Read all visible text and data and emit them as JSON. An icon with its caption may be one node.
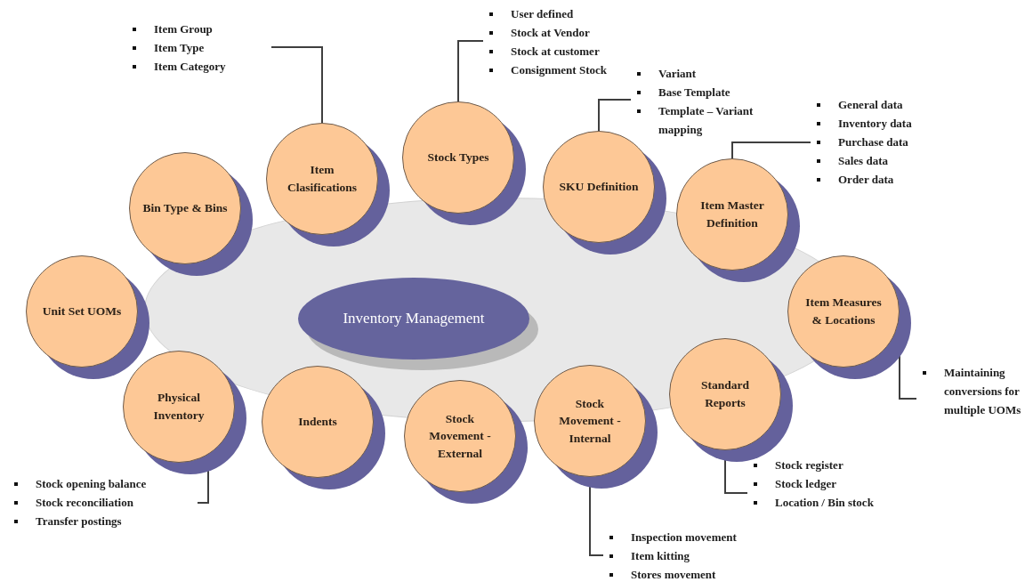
{
  "diagram": {
    "nodes": [
      {
        "text": [
          "Inventory Management"
        ]
      },
      {
        "text": [
          "Unit Set UOMs"
        ]
      },
      {
        "text": [
          "Bin Type & Bins"
        ]
      },
      {
        "text": [
          "Item Clasifications"
        ]
      },
      {
        "text": [
          "Stock Types"
        ]
      },
      {
        "text": [
          "SKU Definition"
        ]
      },
      {
        "text": [
          "Item Master Definition"
        ]
      },
      {
        "text": [
          "Item Measures & Locations"
        ]
      },
      {
        "text": [
          "Standard Reports"
        ]
      },
      {
        "text": [
          "Stock Movement - Internal"
        ]
      },
      {
        "text": [
          "Stock Movement - External"
        ]
      },
      {
        "text": [
          "Indents"
        ]
      },
      {
        "text": [
          "Physical Inventory"
        ]
      },
      {
        "text": [
          "Item Group",
          "Item Type",
          "Item Category"
        ]
      },
      {
        "text": [
          "User defined",
          "Stock at Vendor",
          "Stock at customer",
          "Consignment Stock"
        ]
      },
      {
        "text": [
          "Variant",
          "Base Template",
          "Template – Variant mapping"
        ]
      },
      {
        "text": [
          "General data",
          "Inventory data",
          "Purchase data",
          "Sales data",
          "Order data"
        ]
      },
      {
        "text": [
          "Maintaining conversions for multiple UOMs"
        ]
      },
      {
        "text": [
          "Stock register",
          "Stock ledger",
          "Location / Bin stock"
        ]
      },
      {
        "text": [
          "Inspection movement",
          "Item kitting",
          "Stores movement"
        ]
      },
      {
        "text": [
          "Stock opening balance",
          "Stock reconciliation",
          "Transfer postings"
        ]
      }
    ],
    "edges": [
      {
        "from": 3,
        "to": 13,
        "arrow": "none"
      },
      {
        "from": 4,
        "to": 14,
        "arrow": "none"
      },
      {
        "from": 5,
        "to": 15,
        "arrow": "none"
      },
      {
        "from": 6,
        "to": 16,
        "arrow": "none"
      },
      {
        "from": 7,
        "to": 17,
        "arrow": "none"
      },
      {
        "from": 8,
        "to": 18,
        "arrow": "none"
      },
      {
        "from": 9,
        "to": 19,
        "arrow": "none"
      },
      {
        "from": 12,
        "to": 20,
        "arrow": "none"
      }
    ]
  }
}
